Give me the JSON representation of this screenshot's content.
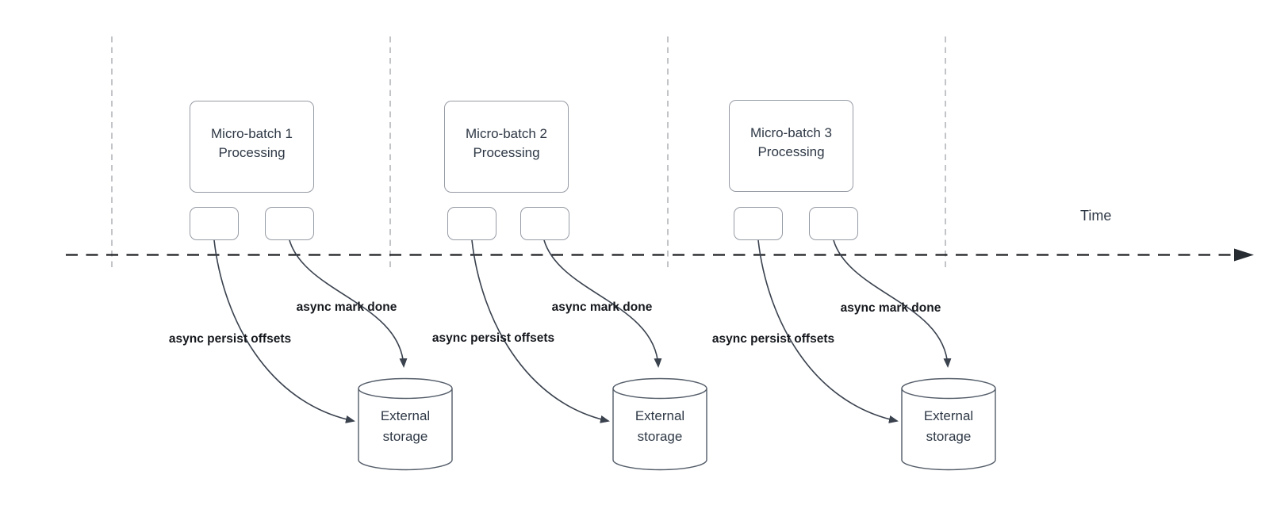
{
  "time_axis": {
    "label": "Time"
  },
  "groups": [
    {
      "batch_line1": "Micro-batch 1",
      "batch_line2": "Processing",
      "persist_label": "async persist offsets",
      "mark_done_label": "async mark done",
      "storage_line1": "External",
      "storage_line2": "storage"
    },
    {
      "batch_line1": "Micro-batch 2",
      "batch_line2": "Processing",
      "persist_label": "async persist offsets",
      "mark_done_label": "async mark done",
      "storage_line1": "External",
      "storage_line2": "storage"
    },
    {
      "batch_line1": "Micro-batch 3",
      "batch_line2": "Processing",
      "persist_label": "async persist offsets",
      "mark_done_label": "async mark done",
      "storage_line1": "External",
      "storage_line2": "storage"
    }
  ],
  "colors": {
    "box_border": "#969ba4",
    "cylinder_stroke": "#535c68",
    "arrow": "#3a424e",
    "time_axis": "#1c1e21",
    "interval_tick": "#b3b6ba",
    "body_text": "#2e3845",
    "label_text": "#15181d"
  }
}
